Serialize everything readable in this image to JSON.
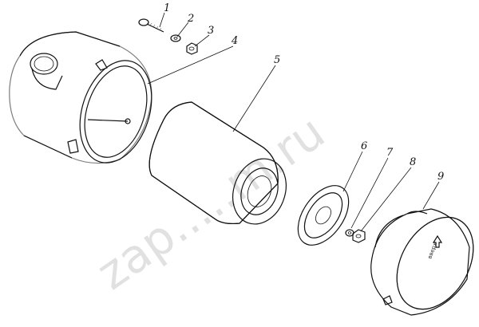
{
  "labels": [
    "1",
    "2",
    "3",
    "4",
    "5",
    "6",
    "7",
    "8",
    "9"
  ],
  "watermark": {
    "text": "zap.....m.ru",
    "arrow_text": "вверх"
  }
}
